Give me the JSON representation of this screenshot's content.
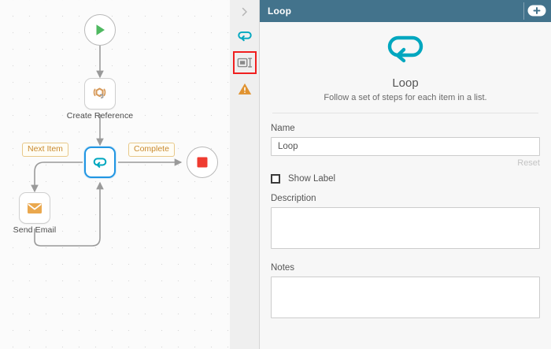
{
  "colors": {
    "header_bg": "#43738c",
    "accent_teal": "#00a7bf",
    "selected_blue": "#2196e3",
    "badge_orange": "#c98a2e",
    "start_green": "#4fb961",
    "stop_red": "#ef3b30",
    "email_orange": "#eaa84e",
    "warning_orange": "#e0922f",
    "highlight_red": "#f01f1f",
    "canvas_bg": "#fbfbfb",
    "panel_bg": "#f7f7f7"
  },
  "canvas": {
    "nodes": [
      {
        "id": "start",
        "name": "start-node",
        "label": "",
        "icon": "play-icon"
      },
      {
        "id": "create",
        "name": "create-reference-node",
        "label": "Create Reference",
        "icon": "create-reference-icon"
      },
      {
        "id": "loop",
        "name": "loop-node",
        "label": "",
        "icon": "loop-icon"
      },
      {
        "id": "email",
        "name": "send-email-node",
        "label": "Send Email",
        "icon": "envelope-icon"
      },
      {
        "id": "stop",
        "name": "stop-node",
        "label": "",
        "icon": "stop-icon"
      }
    ],
    "edge_badges": [
      {
        "id": "next-item",
        "label": "Next Item"
      },
      {
        "id": "complete",
        "label": "Complete"
      }
    ]
  },
  "rail": {
    "collapse_icon": "chevron-right-icon",
    "items": [
      {
        "id": "loop",
        "icon": "loop-icon",
        "active": false
      },
      {
        "id": "label",
        "icon": "label-icon",
        "active": true
      },
      {
        "id": "warning",
        "icon": "warning-icon",
        "active": false
      }
    ]
  },
  "panel": {
    "header": {
      "title": "Loop",
      "action_icon": "add-pill-icon"
    },
    "hero": {
      "icon": "loop-icon",
      "title": "Loop",
      "subtitle": "Follow a set of steps for each item in a list."
    },
    "form": {
      "name_label": "Name",
      "name_value": "Loop",
      "name_placeholder": "",
      "reset_label": "Reset",
      "show_label_text": "Show Label",
      "show_label_checked": false,
      "description_label": "Description",
      "description_value": "",
      "description_placeholder": "",
      "notes_label": "Notes",
      "notes_value": "",
      "notes_placeholder": ""
    }
  }
}
